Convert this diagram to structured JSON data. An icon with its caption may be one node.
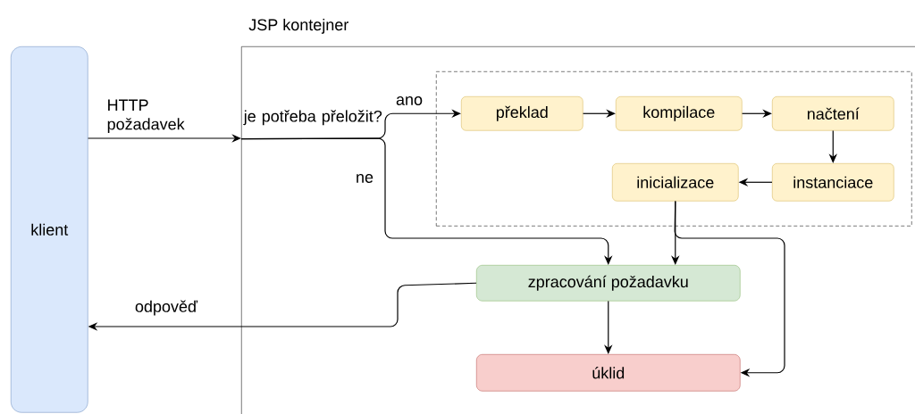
{
  "diagram": {
    "nodes": [
      {
        "text": [
          "klient"
        ]
      },
      {
        "text": [
          "JSP kontejner"
        ]
      },
      {
        "text": [
          "je potřeba přeložit?"
        ],
        "in": 1
      },
      {
        "text": [],
        "shape": "box",
        "in": 1
      },
      {
        "text": [
          "překlad"
        ],
        "in": 3
      },
      {
        "text": [
          "kompilace"
        ],
        "in": 3
      },
      {
        "text": [
          "načtení"
        ],
        "in": 3
      },
      {
        "text": [
          "instanciace"
        ],
        "in": 3
      },
      {
        "text": [
          "inicializace"
        ],
        "in": 3
      },
      {
        "text": [
          "zpracování požadavku"
        ],
        "in": 1
      },
      {
        "text": [
          "úklid"
        ],
        "in": 1
      }
    ],
    "edges": [
      {
        "from": 0,
        "to": 1,
        "arrow": "to",
        "label": "HTTP požadavek"
      },
      {
        "from": 2,
        "to": 4,
        "arrow": "to",
        "label": "ano"
      },
      {
        "from": 2,
        "to": 9,
        "arrow": "to",
        "label": "ne"
      },
      {
        "from": 4,
        "to": 5,
        "arrow": "to"
      },
      {
        "from": 5,
        "to": 6,
        "arrow": "to"
      },
      {
        "from": 6,
        "to": 7,
        "arrow": "to"
      },
      {
        "from": 7,
        "to": 8,
        "arrow": "to"
      },
      {
        "from": 8,
        "to": 9,
        "arrow": "to"
      },
      {
        "from": 8,
        "to": 10,
        "arrow": "to"
      },
      {
        "from": 9,
        "to": 10,
        "arrow": "to"
      },
      {
        "from": 9,
        "to": 0,
        "arrow": "to",
        "label": "odpověď"
      }
    ]
  }
}
